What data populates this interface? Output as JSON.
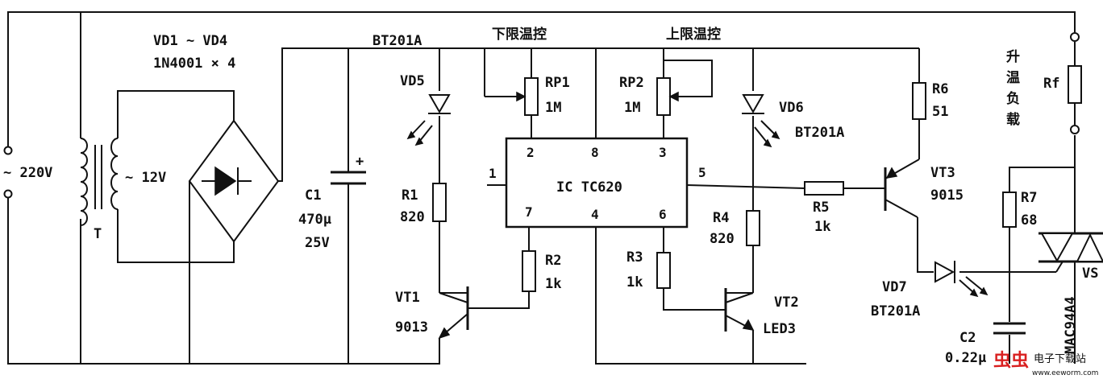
{
  "labels": {
    "vd1_vd4": "VD1 ~ VD4",
    "diode_part": "1N4001 × 4",
    "bt201a_top": "BT201A",
    "lower_limit": "下限温控",
    "upper_limit": "上限温控",
    "vac_in": "~ 220V",
    "vac_out": "~ 12V",
    "transformer": "T",
    "vd5": "VD5",
    "rp1": "RP1",
    "rp1_val": "1M",
    "rp2": "RP2",
    "rp2_val": "1M",
    "vd6": "VD6",
    "bt201a_vd6": "BT201A",
    "r6": "R6",
    "r6_val": "51",
    "heat_load": [
      "升",
      "温",
      "负",
      "载"
    ],
    "rf": "Rf",
    "ic": "IC  TC620",
    "pins": {
      "p1": "1",
      "p2": "2",
      "p8": "8",
      "p3": "3",
      "p5": "5",
      "p7": "7",
      "p4": "4",
      "p6": "6"
    },
    "c1": "C1",
    "c1_val1": "470μ",
    "c1_val2": "25V",
    "r1": "R1",
    "r1_val": "820",
    "r5": "R5",
    "r5_val": "1k",
    "vt3": "VT3",
    "vt3_part": "9015",
    "r7": "R7",
    "r7_val": "68",
    "r4": "R4",
    "r4_val": "820",
    "r2": "R2",
    "r2_val": "1k",
    "r3": "R3",
    "r3_val": "1k",
    "vt1": "VT1",
    "vt1_part": "9013",
    "vt2": "VT2",
    "vt2_part": "LED3",
    "vd7": "VD7",
    "bt201a_vd7": "BT201A",
    "vs": "VS",
    "triac_part": "MAC94A4",
    "c2": "C2",
    "c2_val": "0.22μ"
  },
  "watermark": {
    "logo": "虫虫",
    "text": "电子下载站",
    "url": "www.eeworm.com"
  }
}
